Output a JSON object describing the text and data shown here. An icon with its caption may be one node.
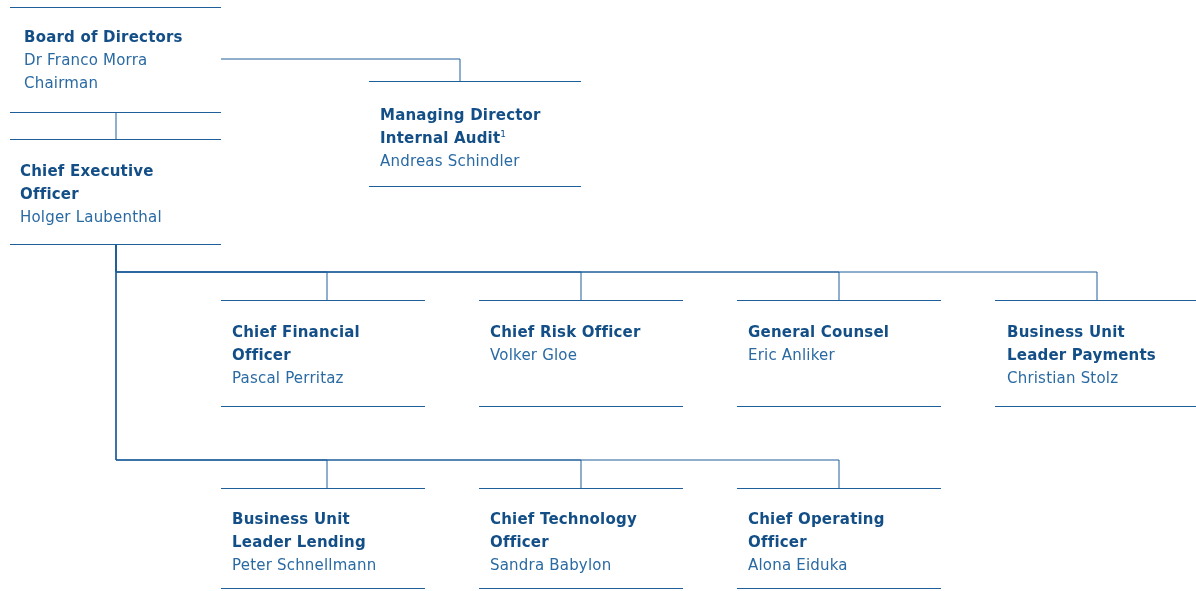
{
  "diagram": {
    "nodes": [
      {
        "text": [
          "Board of Directors",
          "Dr Franco Morra",
          "Chairman"
        ]
      },
      {
        "text": [
          "Managing Director Internal Audit$^{1}$",
          "Andreas Schindler"
        ]
      },
      {
        "text": [
          "Chief Executive Officer",
          "Holger Laubenthal"
        ]
      },
      {
        "text": [
          "Chief Financial Officer",
          "Pascal Perritaz"
        ]
      },
      {
        "text": [
          "Chief Risk Officer",
          "Volker Gloe"
        ]
      },
      {
        "text": [
          "General Counsel",
          "Eric Anliker"
        ]
      },
      {
        "text": [
          "Business Unit Leader Payments",
          "Christian Stolz"
        ]
      },
      {
        "text": [
          "Business Unit Leader Lending",
          "Peter Schnellmann"
        ]
      },
      {
        "text": [
          "Chief Technology Officer",
          "Sandra Babylon"
        ]
      },
      {
        "text": [
          "Chief Operating Officer",
          "Alona Eiduka"
        ]
      }
    ],
    "edges": [
      {
        "from": 0,
        "to": 1,
        "arrow": "none"
      },
      {
        "from": 0,
        "to": 2,
        "arrow": "none"
      },
      {
        "from": 2,
        "to": 3,
        "arrow": "none"
      },
      {
        "from": 2,
        "to": 4,
        "arrow": "none"
      },
      {
        "from": 2,
        "to": 5,
        "arrow": "none"
      },
      {
        "from": 2,
        "to": 6,
        "arrow": "none"
      },
      {
        "from": 2,
        "to": 7,
        "arrow": "none"
      },
      {
        "from": 2,
        "to": 8,
        "arrow": "none"
      },
      {
        "from": 2,
        "to": 9,
        "arrow": "none"
      }
    ]
  }
}
